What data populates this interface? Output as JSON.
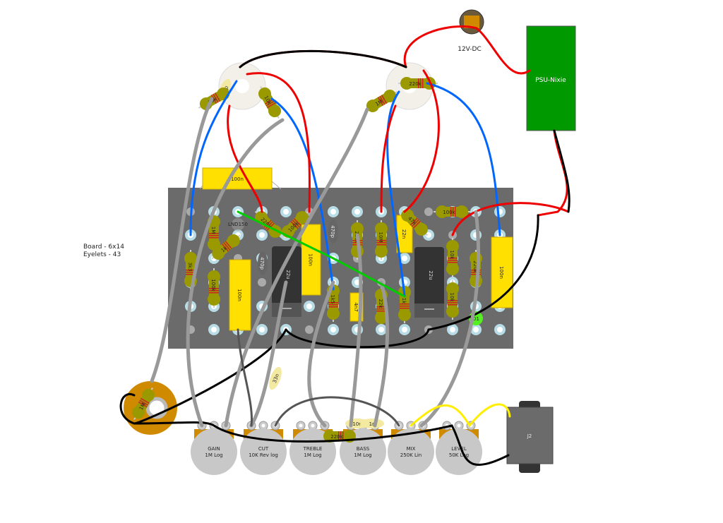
{
  "board": {
    "size_label": "Board - 6x14",
    "eyelets_label": "Eyelets - 43"
  },
  "psu": {
    "label": "PSU-Nixie"
  },
  "dc_jack": {
    "label": "12V-DC"
  },
  "output_jack": {
    "label": "J2"
  },
  "transistor": {
    "label": "LND150"
  },
  "diode": {
    "label": "D1"
  },
  "pots": [
    {
      "name": "GAIN",
      "value": "1M Log"
    },
    {
      "name": "CUT",
      "value": "10K Rev log"
    },
    {
      "name": "TREBLE",
      "value": "1M Log"
    },
    {
      "name": "BASS",
      "value": "1M Log"
    },
    {
      "name": "MIX",
      "value": "250K Lin"
    },
    {
      "name": "LEVEL",
      "value": "50K Log"
    }
  ],
  "resistors": [
    "1M",
    "1k",
    "3k3",
    "100k",
    "220k",
    "100k",
    "1k5",
    "220k",
    "10M",
    "47k",
    "100k",
    "22k",
    "1k",
    "10k",
    "10k",
    "220k",
    "10k",
    "10k",
    "1M",
    "220k",
    "1M"
  ],
  "film_caps": [
    "100n",
    "100n",
    "100n",
    "22n",
    "4n7",
    "100n"
  ],
  "ceramic_caps": [
    "470p",
    "470p",
    "10p",
    "33n",
    "10n",
    "1n"
  ],
  "electrolytics": [
    "22u",
    "22u"
  ],
  "colors": {
    "board": "#6b6b6b",
    "cap_yellow": "#ffe000",
    "resistor": "#9a9a00",
    "psu_green": "#009900",
    "pot_orange": "#d08a00"
  }
}
